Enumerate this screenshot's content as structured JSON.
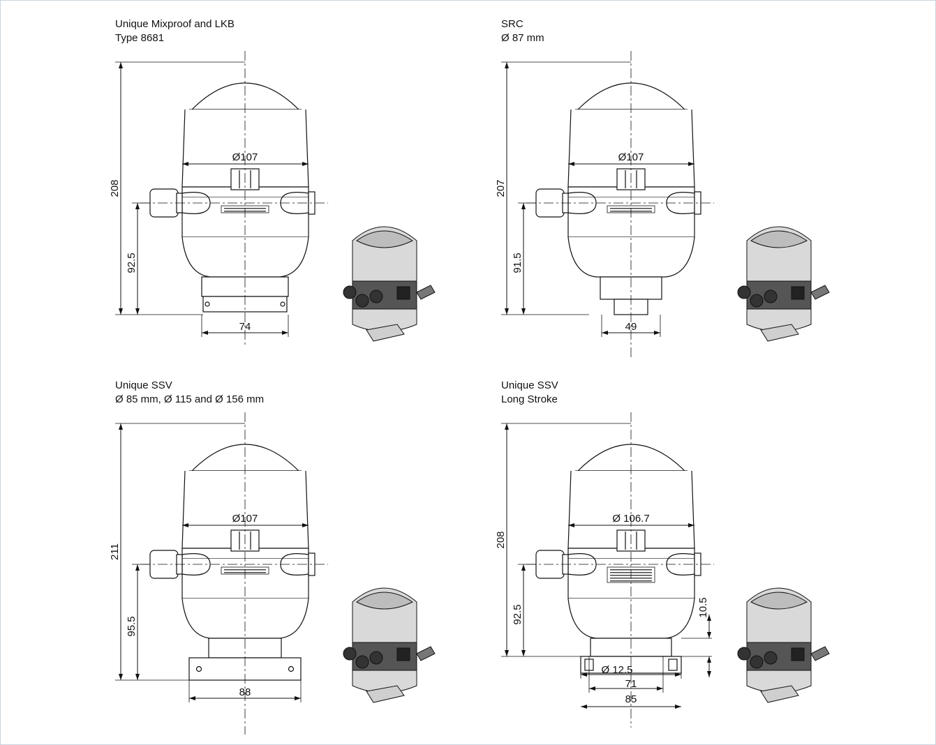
{
  "panels": [
    {
      "title": "Unique Mixproof and LKB",
      "subtitle": "Type 8681",
      "dim_height": "208",
      "dim_axis": "92.5",
      "dim_diameter": "Ø107",
      "dim_base": "74"
    },
    {
      "title": "SRC",
      "subtitle": "Ø 87 mm",
      "dim_height": "207",
      "dim_axis": "91.5",
      "dim_diameter": "Ø107",
      "dim_base": "49"
    },
    {
      "title": "Unique SSV",
      "subtitle": "Ø 85 mm, Ø 115 and Ø 156 mm",
      "dim_height": "211",
      "dim_axis": "95.5",
      "dim_diameter": "Ø107",
      "dim_base": "88"
    },
    {
      "title": "Unique SSV",
      "subtitle": "Long Stroke",
      "dim_height": "208",
      "dim_axis": "92.5",
      "dim_diameter": "Ø 106.7",
      "dim_base": "85",
      "dim_flange_thickness": "10.5",
      "dim_hole": "Ø 12.5",
      "dim_hole_spacing": "71"
    }
  ]
}
